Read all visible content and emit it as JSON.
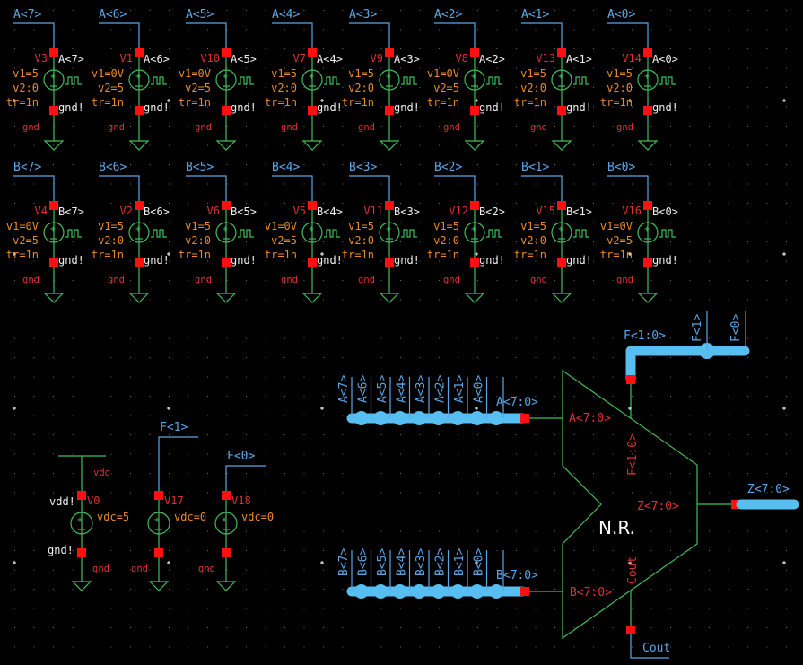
{
  "colors": {
    "background": "#000000",
    "wire": "#3fbf5a",
    "net_label": "#5aa7e6",
    "bus": "#56bef0",
    "pin": "#ff1010",
    "instance_name": "#e03030",
    "parameter": "#e88a2a",
    "terminal_label": "#f0f0f0"
  },
  "pulse_sources_a": [
    {
      "net": "A<7>",
      "name": "V3",
      "params": [
        "v1=5",
        "v2:0",
        "tr=1n"
      ],
      "term_top": "A<7>",
      "term_bot": "gnd!",
      "ground": "gnd"
    },
    {
      "net": "A<6>",
      "name": "V1",
      "params": [
        "v1=0V",
        "v2=5",
        "tr=1n"
      ],
      "term_top": "A<6>",
      "term_bot": "gnd!",
      "ground": "gnd"
    },
    {
      "net": "A<5>",
      "name": "V10",
      "params": [
        "v1=0V",
        "v2=5",
        "tr=1n"
      ],
      "term_top": "A<5>",
      "term_bot": "gnd!",
      "ground": "gnd"
    },
    {
      "net": "A<4>",
      "name": "V7",
      "params": [
        "v1=5",
        "v2:0",
        "tr=1n"
      ],
      "term_top": "A<4>",
      "term_bot": "gnd!",
      "ground": "gnd"
    },
    {
      "net": "A<3>",
      "name": "V9",
      "params": [
        "v1=5",
        "v2:0",
        "tr=1n"
      ],
      "term_top": "A<3>",
      "term_bot": "gnd!",
      "ground": "gnd"
    },
    {
      "net": "A<2>",
      "name": "V8",
      "params": [
        "v1=0V",
        "v2=5",
        "tr=1n"
      ],
      "term_top": "A<2>",
      "term_bot": "gnd!",
      "ground": "gnd"
    },
    {
      "net": "A<1>",
      "name": "V13",
      "params": [
        "v1=5",
        "v2:0",
        "tr=1n"
      ],
      "term_top": "A<1>",
      "term_bot": "gnd!",
      "ground": "gnd"
    },
    {
      "net": "A<0>",
      "name": "V14",
      "params": [
        "v1=5",
        "v2:0",
        "tr=1n"
      ],
      "term_top": "A<0>",
      "term_bot": "gnd!",
      "ground": "gnd"
    }
  ],
  "pulse_sources_b": [
    {
      "net": "B<7>",
      "name": "V4",
      "params": [
        "v1=0V",
        "v2=5",
        "tr=1n"
      ],
      "term_top": "B<7>",
      "term_bot": "gnd!",
      "ground": "gnd"
    },
    {
      "net": "B<6>",
      "name": "V2",
      "params": [
        "v1=5",
        "v2:0",
        "tr=1n"
      ],
      "term_top": "B<6>",
      "term_bot": "gnd!",
      "ground": "gnd"
    },
    {
      "net": "B<5>",
      "name": "V6",
      "params": [
        "v1=5",
        "v2:0",
        "tr=1n"
      ],
      "term_top": "B<5>",
      "term_bot": "gnd!",
      "ground": "gnd"
    },
    {
      "net": "B<4>",
      "name": "V5",
      "params": [
        "v1=0V",
        "v2=5",
        "tr=1n"
      ],
      "term_top": "B<4>",
      "term_bot": "gnd!",
      "ground": "gnd"
    },
    {
      "net": "B<3>",
      "name": "V11",
      "params": [
        "v1=5",
        "v2:0",
        "tr=1n"
      ],
      "term_top": "B<3>",
      "term_bot": "gnd!",
      "ground": "gnd"
    },
    {
      "net": "B<2>",
      "name": "V12",
      "params": [
        "v1=5",
        "v2:0",
        "tr=1n"
      ],
      "term_top": "B<2>",
      "term_bot": "gnd!",
      "ground": "gnd"
    },
    {
      "net": "B<1>",
      "name": "V15",
      "params": [
        "v1=5",
        "v2:0",
        "tr=1n"
      ],
      "term_top": "B<1>",
      "term_bot": "gnd!",
      "ground": "gnd"
    },
    {
      "net": "B<0>",
      "name": "V16",
      "params": [
        "v1=0V",
        "v2=5",
        "tr=1n"
      ],
      "term_top": "B<0>",
      "term_bot": "gnd!",
      "ground": "gnd"
    }
  ],
  "dc_sources": [
    {
      "net": "vdd",
      "name": "V0",
      "param": "vdc=5",
      "term_top": "vdd!",
      "term_bot": "gnd!",
      "ground": "gnd"
    },
    {
      "net": "F<1>",
      "name": "V17",
      "param": "vdc=0",
      "term_top": "",
      "term_bot": "",
      "ground": "gnd"
    },
    {
      "net": "F<0>",
      "name": "V18",
      "param": "vdc=0",
      "term_top": "",
      "term_bot": "",
      "ground": "gnd"
    }
  ],
  "bus_a": {
    "taps": [
      "A<7>",
      "A<6>",
      "A<5>",
      "A<4>",
      "A<3>",
      "A<2>",
      "A<1>",
      "A<0>"
    ],
    "label": "A<7:0>"
  },
  "bus_b": {
    "taps": [
      "B<7>",
      "B<6>",
      "B<5>",
      "B<4>",
      "B<3>",
      "B<2>",
      "B<1>",
      "B<0>"
    ],
    "label": "B<7:0>"
  },
  "bus_f": {
    "taps": [
      "F<1>",
      "F<0>"
    ],
    "label": "F<1:0>"
  },
  "bus_z": {
    "label": "Z<7:0>"
  },
  "cout_net": {
    "label": "Cout"
  },
  "block": {
    "title": "N.R.",
    "pins": {
      "a": "A<7:0>",
      "b": "B<7:0>",
      "f": "F<1:0>",
      "z": "Z<7:0>",
      "cout": "Cout"
    }
  }
}
